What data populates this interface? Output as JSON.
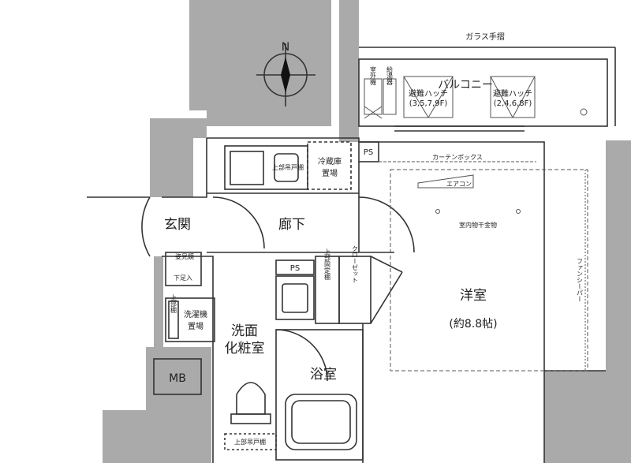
{
  "labels": {
    "north": "N",
    "glass_rail": "ガラス手摺",
    "outdoor_unit": "室外機",
    "water_heater": "給湯器",
    "balcony": "バルコニー",
    "hatch_left": "避難ハッチ",
    "hatch_left_floors": "(3,5,7,9F)",
    "hatch_right": "避難ハッチ",
    "hatch_right_floors": "(2,4,6,8F)",
    "ps_top": "PS",
    "curtain_box": "カーテンボックス",
    "aircon": "エアコン",
    "indoor_drying": "室内物干金物",
    "upper_cabinet_kitchen": "上部吊戸棚",
    "fridge_line1": "冷蔵庫",
    "fridge_line2": "置場",
    "entrance": "玄関",
    "corridor": "廊下",
    "mirror": "姿見鏡",
    "shoe_box": "下足入",
    "ps_mid": "PS",
    "upper_shelf": "上部固定棚",
    "closet": "クローゼット",
    "western_room": "洋室",
    "western_room_size": "(約8.8帖)",
    "fan_sheet": "ファンシーパー",
    "laundry_upper": "上部棚",
    "laundry_line1": "洗濯機",
    "laundry_line2": "置場",
    "washroom_line1": "洗面",
    "washroom_line2": "化粧室",
    "bathroom": "浴室",
    "mb": "MB",
    "toilet_upper": "上部吊戸棚"
  },
  "colors": {
    "wall_gray": "#aaaaaa",
    "line": "#333333",
    "text": "#222222",
    "background": "#ffffff"
  }
}
